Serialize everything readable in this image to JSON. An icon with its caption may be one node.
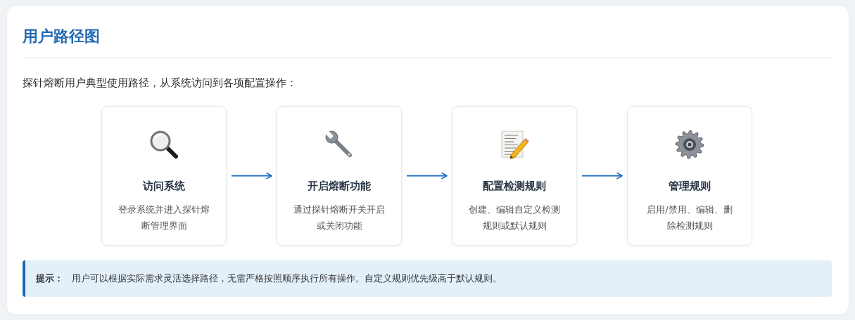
{
  "diagram": {
    "title": "用户路径图",
    "nodes": [
      {
        "text": [
          "访问系统",
          "登录系统并进入探针熔断管理界面"
        ]
      },
      {
        "text": [
          "开启熔断功能",
          "通过探针熔断开关开启或关闭功能"
        ]
      },
      {
        "text": [
          "配置检测规则",
          "创建、编辑自定义检测规则或默认规则"
        ]
      },
      {
        "text": [
          "管理规则",
          "启用/禁用、编辑、删除检测规则"
        ]
      },
      {
        "text": [
          "提示：",
          "用户可以根据实际需求灵活选择路径，无需严格按照顺序执行所有操作。自定义规则优先级高于默认规则。"
        ]
      }
    ],
    "edges": [
      {
        "from": 0,
        "to": 1,
        "arrow": "to"
      },
      {
        "from": 1,
        "to": 2,
        "arrow": "to"
      },
      {
        "from": 2,
        "to": 3,
        "arrow": "to"
      }
    ],
    "labels": [
      "探针熔断用户典型使用路径，从系统访问到各项配置操作："
    ]
  }
}
